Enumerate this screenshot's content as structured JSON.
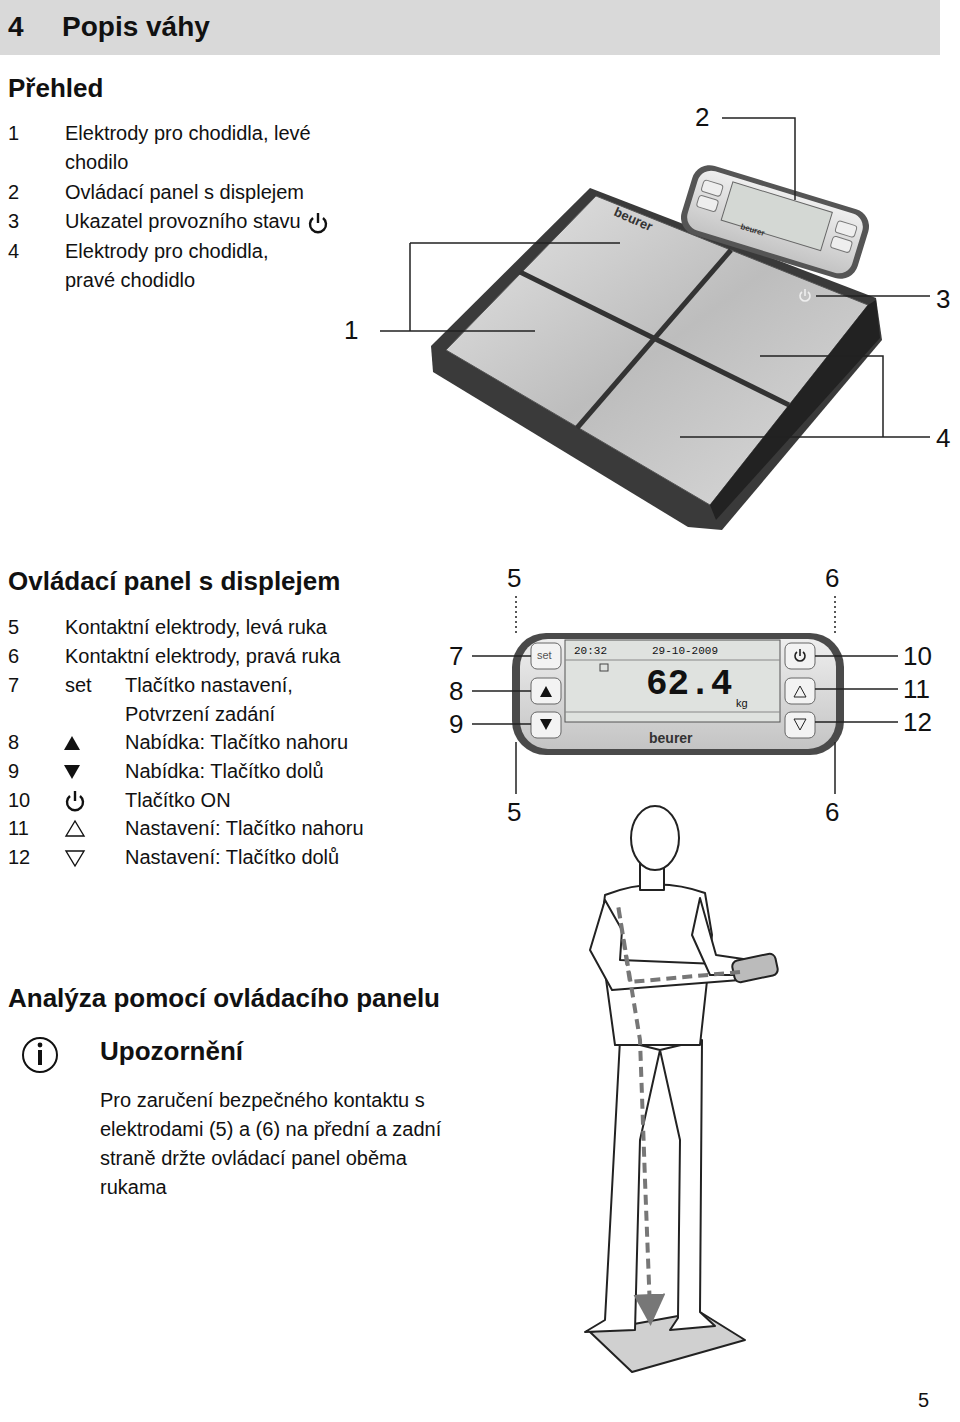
{
  "diagram": {
    "title": "Popis váhy",
    "labels": [
      "4",
      "Přehled",
      "1",
      "Elektrody pro chodidla, levé chodilo",
      "2",
      "Ovládací panel s displejem",
      "3",
      "Ukazatel provozního stavu",
      "4",
      "Elektrody pro chodidla, pravé chodidlo",
      "2",
      "1",
      "3",
      "4",
      "beurer",
      "beurer",
      "Ovládací panel s displejem",
      "5",
      "Kontaktní elektrody, levá ruka",
      "6",
      "Kontaktní elektrody, pravá ruka",
      "7",
      "set",
      "Tlačítko nastavení, Potvrzení zadání",
      "8",
      "Nabídka: Tlačítko nahoru",
      "9",
      "Nabídka: Tlačítko dolů",
      "10",
      "Tlačítko ON",
      "11",
      "Nastavení: Tlačítko nahoru",
      "12",
      "Nastavení: Tlačítko dolů",
      "5",
      "6",
      "7",
      "8",
      "9",
      "10",
      "11",
      "12",
      "5",
      "6",
      "set",
      "20:32",
      "29-10-2009",
      "62.4",
      "kg",
      "beurer",
      "Analýza pomocí ovládacího panelu",
      "Upozornění",
      "Pro zaručení bezpečného kontaktu s elektrodami (5) a (6) na přední a zadní straně držte ovládací panel oběma rukama",
      "5"
    ]
  }
}
